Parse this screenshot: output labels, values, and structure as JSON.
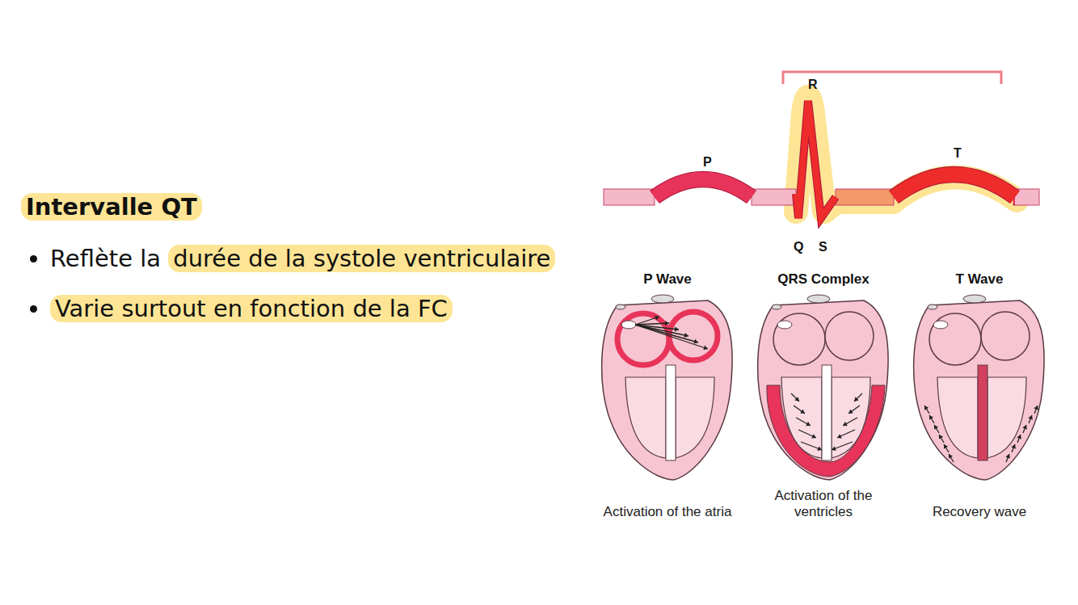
{
  "diagram": {
    "title": "Intervalle QT",
    "nodes": [
      {
        "text": [
          "P Wave",
          "Activation of the atria"
        ]
      },
      {
        "text": [
          "QRS Complex",
          "Activation of the ventricles"
        ]
      },
      {
        "text": [
          "T Wave",
          "Recovery wave"
        ]
      }
    ],
    "labels": [
      "Reflète la",
      "durée de la systole ventriculaire",
      "Varie surtout en fonction de la FC",
      "P",
      "R",
      "Q",
      "S",
      "T"
    ]
  }
}
